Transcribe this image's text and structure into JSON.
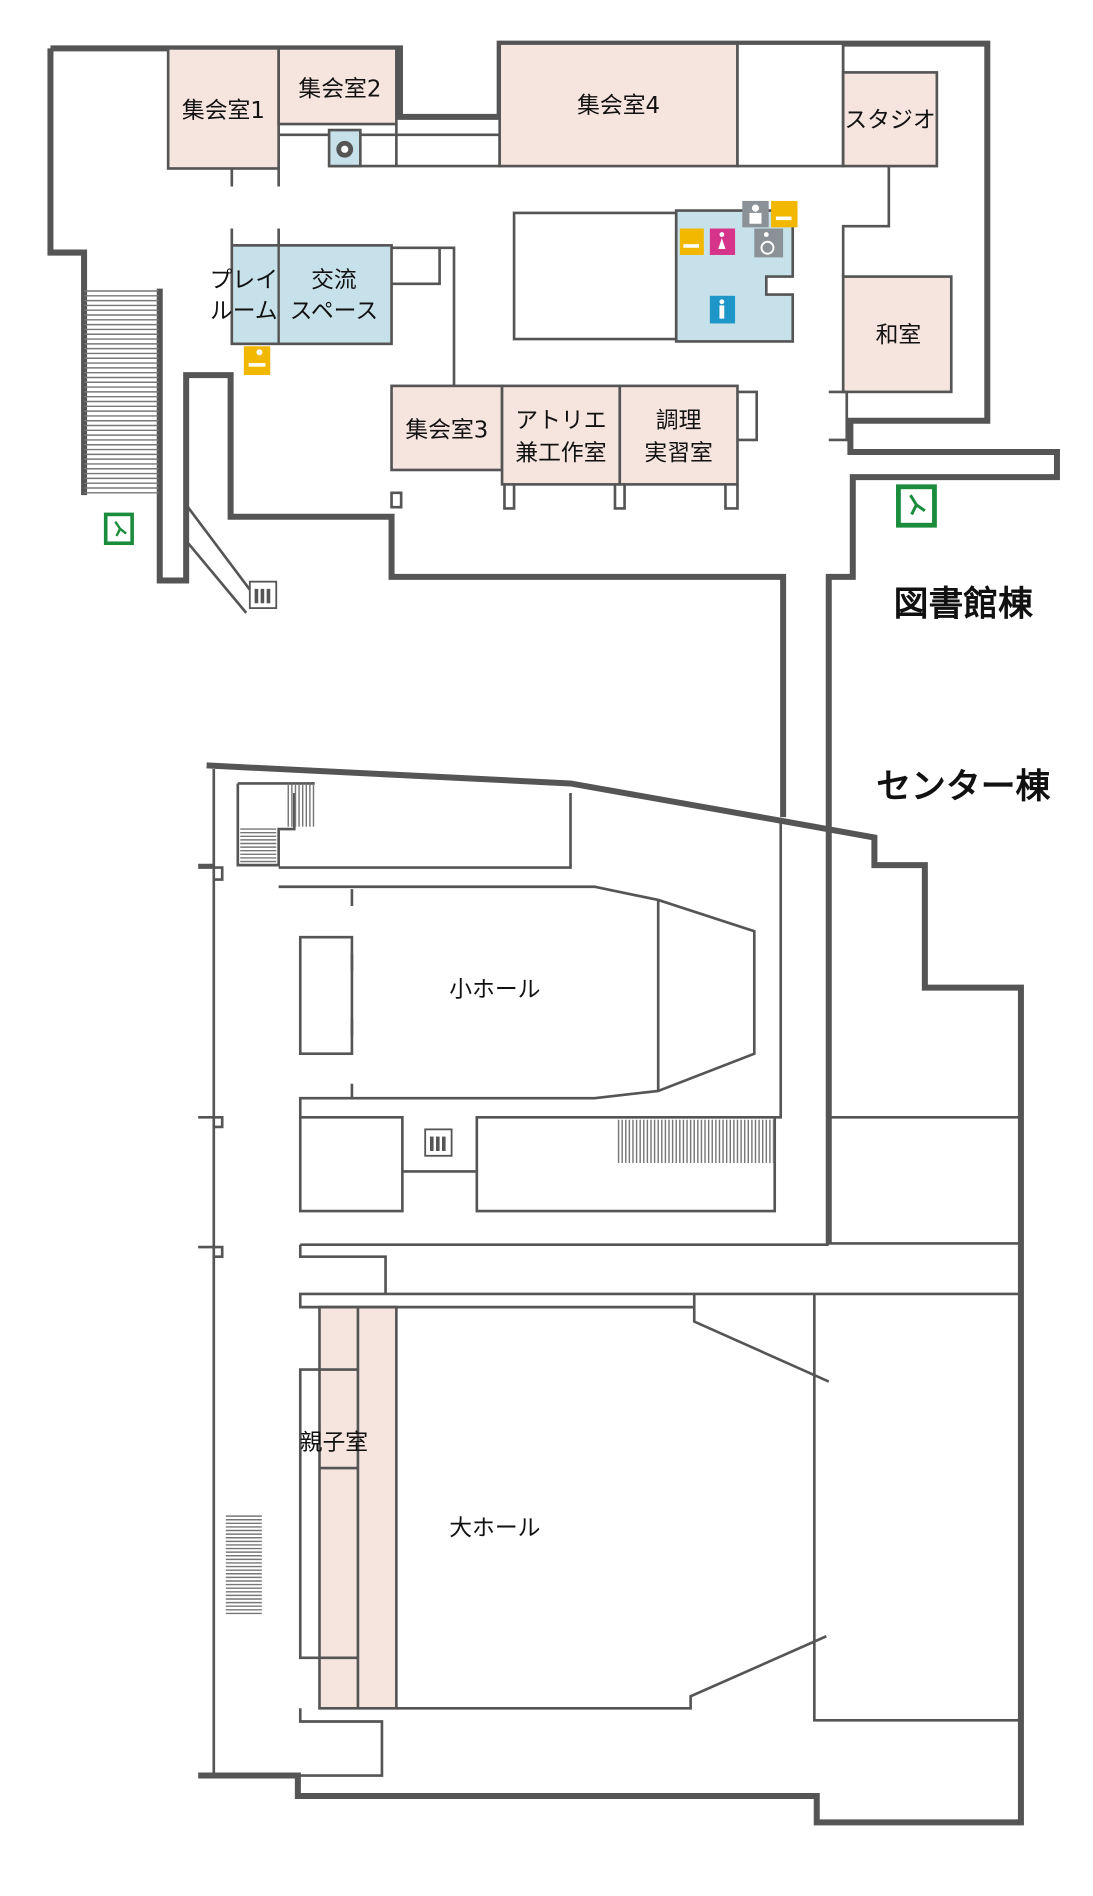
{
  "buildings": {
    "library": "図書館棟",
    "center": "センター棟"
  },
  "rooms": {
    "meeting1": "集会室1",
    "meeting2": "集会室2",
    "meeting3": "集会室3",
    "meeting4": "集会室4",
    "studio": "スタジオ",
    "washitsu": "和室",
    "playroom": [
      "プレイ",
      "ルーム"
    ],
    "exchange": [
      "交流",
      "スペース"
    ],
    "atelier": [
      "アトリエ",
      "兼工作室"
    ],
    "cooking": [
      "調理",
      "実習室"
    ],
    "small_hall": "小ホール",
    "parent_child": "親子室",
    "large_hall": "大ホール"
  },
  "icons": [
    "kettle-icon",
    "baby-changing-icon",
    "female-restroom-icon",
    "male-restroom-icon",
    "wheelchair-icon",
    "ostomate-icon",
    "emergency-exit-icon",
    "elevator-icon"
  ],
  "colors": {
    "room_pink": "#f6e4df",
    "room_blue": "#c6e1ea",
    "wall": "#555555",
    "exit_green": "#1a8c3c",
    "baby_yellow": "#f2b800",
    "female_pink": "#d6338a",
    "male_blue": "#1e96c8",
    "access_gray": "#8a9297"
  }
}
